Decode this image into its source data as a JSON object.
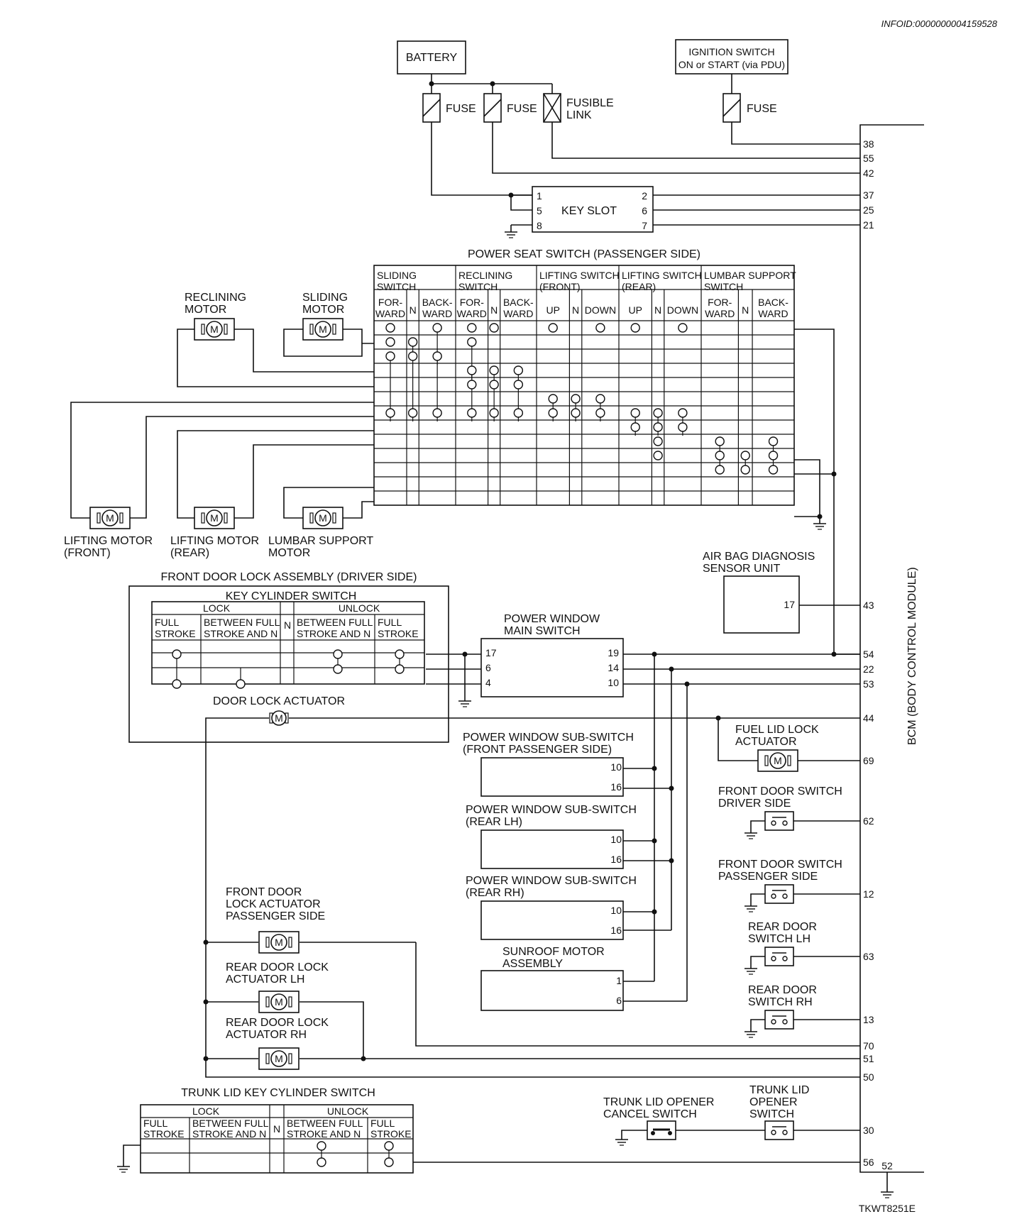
{
  "info_id": "INFOID:0000000004159528",
  "figure_id": "TKWT8251E",
  "bcm_label": "BCM (BODY CONTROL MODULE)",
  "power": {
    "battery": "BATTERY",
    "ignition_l1": "IGNITION SWITCH",
    "ignition_l2": "ON or START (via PDU)",
    "fuse": "FUSE",
    "fusible_l1": "FUSIBLE",
    "fusible_l2": "LINK"
  },
  "key_slot": {
    "label": "KEY SLOT",
    "pins_left": [
      "1",
      "5",
      "8"
    ],
    "pins_right": [
      "2",
      "6",
      "7"
    ]
  },
  "bcm_pins": [
    "38",
    "55",
    "42",
    "37",
    "25",
    "21",
    "43",
    "54",
    "22",
    "53",
    "44",
    "69",
    "62",
    "12",
    "63",
    "13",
    "70",
    "51",
    "50",
    "30",
    "56",
    "52"
  ],
  "seat": {
    "title": "POWER SEAT SWITCH (PASSENGER SIDE)",
    "groups": [
      {
        "l1": "SLIDING",
        "l2": "SWITCH"
      },
      {
        "l1": "RECLINING",
        "l2": "SWITCH"
      },
      {
        "l1": "LIFTING SWITCH",
        "l2": "(FRONT)"
      },
      {
        "l1": "LIFTING SWITCH",
        "l2": "(REAR)"
      },
      {
        "l1": "LUMBAR SUPPORT",
        "l2": "SWITCH"
      }
    ],
    "cols": [
      [
        "FOR-",
        "WARD"
      ],
      [
        "N"
      ],
      [
        "BACK-",
        "WARD"
      ],
      [
        "FOR-",
        "WARD"
      ],
      [
        "N"
      ],
      [
        "BACK-",
        "WARD"
      ],
      [
        "UP"
      ],
      [
        "N"
      ],
      [
        "DOWN"
      ],
      [
        "UP"
      ],
      [
        "N"
      ],
      [
        "DOWN"
      ],
      [
        "FOR-",
        "WARD"
      ],
      [
        "N"
      ],
      [
        "BACK-",
        "WARD"
      ]
    ]
  },
  "motors": {
    "reclining_l1": "RECLINING",
    "reclining_l2": "MOTOR",
    "sliding_l1": "SLIDING",
    "sliding_l2": "MOTOR",
    "lift_front_l1": "LIFTING MOTOR",
    "lift_front_l2": "(FRONT)",
    "lift_rear_l1": "LIFTING MOTOR",
    "lift_rear_l2": "(REAR)",
    "lumbar_l1": "LUMBAR SUPPORT",
    "lumbar_l2": "MOTOR",
    "m": "M"
  },
  "front_door": {
    "assembly": "FRONT DOOR LOCK ASSEMBLY (DRIVER SIDE)",
    "key_cyl": "KEY CYLINDER SWITCH",
    "lock": "LOCK",
    "unlock": "UNLOCK",
    "n": "N",
    "full_l1": "FULL",
    "full_l2": "STROKE",
    "between_l1": "BETWEEN FULL",
    "between_l2": "STROKE AND N",
    "actuator": "DOOR LOCK ACTUATOR"
  },
  "airbag": {
    "l1": "AIR BAG DIAGNOSIS",
    "l2": "SENSOR UNIT",
    "pin": "17"
  },
  "pw_main": {
    "l1": "POWER WINDOW",
    "l2": "MAIN SWITCH",
    "left_pins": [
      "17",
      "6",
      "4"
    ],
    "right_pins": [
      "19",
      "14",
      "10"
    ]
  },
  "pw_subs": [
    {
      "l1": "POWER WINDOW SUB-SWITCH",
      "l2": "(FRONT PASSENGER SIDE)",
      "pins": [
        "10",
        "16"
      ]
    },
    {
      "l1": "POWER WINDOW SUB-SWITCH",
      "l2": "(REAR LH)",
      "pins": [
        "10",
        "16"
      ]
    },
    {
      "l1": "POWER WINDOW SUB-SWITCH",
      "l2": "(REAR RH)",
      "pins": [
        "10",
        "16"
      ]
    }
  ],
  "sunroof": {
    "l1": "SUNROOF MOTOR",
    "l2": "ASSEMBLY",
    "pins": [
      "1",
      "6"
    ]
  },
  "right_devices": {
    "fuel_l1": "FUEL LID LOCK",
    "fuel_l2": "ACTUATOR",
    "fds_drv_l1": "FRONT DOOR SWITCH",
    "fds_drv_l2": "DRIVER SIDE",
    "fds_pas_l1": "FRONT DOOR SWITCH",
    "fds_pas_l2": "PASSENGER SIDE",
    "rds_lh_l1": "REAR DOOR",
    "rds_lh_l2": "SWITCH LH",
    "rds_rh_l1": "REAR DOOR",
    "rds_rh_l2": "SWITCH RH"
  },
  "actuators_left": {
    "fdp_l1": "FRONT DOOR",
    "fdp_l2": "LOCK ACTUATOR",
    "fdp_l3": "PASSENGER SIDE",
    "rlh_l1": "REAR DOOR LOCK",
    "rlh_l2": "ACTUATOR LH",
    "rrh_l1": "REAR DOOR LOCK",
    "rrh_l2": "ACTUATOR RH"
  },
  "trunk": {
    "title": "TRUNK LID KEY CYLINDER SWITCH",
    "cancel_l1": "TRUNK LID OPENER",
    "cancel_l2": "CANCEL SWITCH",
    "opener_l1": "TRUNK LID",
    "opener_l2": "OPENER",
    "opener_l3": "SWITCH"
  }
}
